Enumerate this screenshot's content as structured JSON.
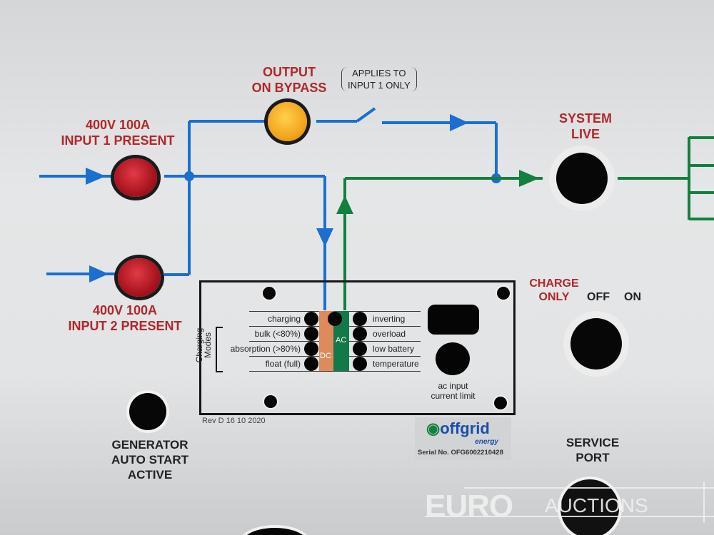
{
  "labels": {
    "output_bypass": "OUTPUT\nON BYPASS",
    "applies_to": "APPLIES TO\nINPUT 1 ONLY",
    "input1": "400V 100A\nINPUT 1 PRESENT",
    "input2": "400V 100A\nINPUT 2 PRESENT",
    "system_live": "SYSTEM\nLIVE",
    "charge_only": "CHARGE\nONLY",
    "off": "OFF",
    "on": "ON",
    "generator": "GENERATOR\nAUTO START\nACTIVE",
    "service_port": "SERVICE\nPORT"
  },
  "panel": {
    "charging_modes": "Charging\nModes",
    "left_items": [
      "charging",
      "bulk (<80%)",
      "absorption (>80%)",
      "float (full)"
    ],
    "right_items": [
      "inverting",
      "overload",
      "low battery",
      "temperature"
    ],
    "dc": "DC",
    "ac": "AC",
    "ac_limit": "ac input\ncurrent limit",
    "rev": "Rev D 16 10 2020"
  },
  "brand": {
    "name": "offgrid",
    "sub": "energy",
    "serial": "Serial No. OFG6002210428"
  },
  "watermark": {
    "euro": "EURO",
    "auctions": "AUCTIONS"
  },
  "colors": {
    "blue": "#1a6fd0",
    "green": "#12803f",
    "red": "#b3262a"
  }
}
